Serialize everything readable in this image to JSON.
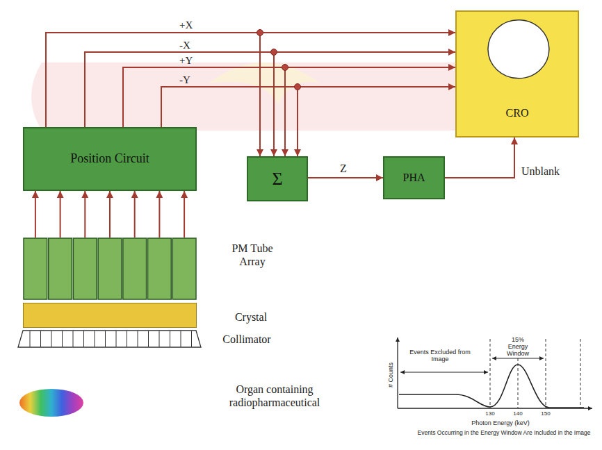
{
  "diagram": {
    "nodes": [
      {
        "text": [
          "Position Circuit"
        ]
      },
      {
        "text": [
          "Σ"
        ]
      },
      {
        "text": [
          "PHA"
        ]
      },
      {
        "text": [
          "CRO"
        ]
      },
      {
        "text": [
          "PM Tube Array"
        ]
      },
      {
        "text": [
          "Crystal"
        ]
      },
      {
        "text": [
          "Collimator"
        ]
      },
      {
        "text": [
          "Organ containing radiopharmaceutical"
        ]
      }
    ],
    "edges": [
      {
        "from": 0,
        "to": 3,
        "arrow": "to",
        "label": "+X"
      },
      {
        "from": 0,
        "to": 3,
        "arrow": "to",
        "label": "-X"
      },
      {
        "from": 0,
        "to": 3,
        "arrow": "to",
        "label": "+Y"
      },
      {
        "from": 0,
        "to": 3,
        "arrow": "to",
        "label": "-Y"
      },
      {
        "from": 0,
        "to": 1,
        "arrow": "to"
      },
      {
        "from": 0,
        "to": 1,
        "arrow": "to"
      },
      {
        "from": 0,
        "to": 1,
        "arrow": "to"
      },
      {
        "from": 0,
        "to": 1,
        "arrow": "to"
      },
      {
        "from": 1,
        "to": 2,
        "arrow": "to",
        "label": "Z"
      },
      {
        "from": 2,
        "to": 3,
        "arrow": "to",
        "label": "Unblank"
      },
      {
        "from": 4,
        "to": 0,
        "arrow": "to"
      },
      {
        "from": 4,
        "to": 0,
        "arrow": "to"
      },
      {
        "from": 4,
        "to": 0,
        "arrow": "to"
      },
      {
        "from": 4,
        "to": 0,
        "arrow": "to"
      },
      {
        "from": 4,
        "to": 0,
        "arrow": "to"
      },
      {
        "from": 4,
        "to": 0,
        "arrow": "to"
      },
      {
        "from": 4,
        "to": 0,
        "arrow": "to"
      }
    ],
    "labels": [
      "Events Excluded from Image",
      "15% Energy Window",
      "# Counts",
      "130",
      "140",
      "150",
      "Photon Energy (keV)",
      "Events Occurring in the Energy Window Are Included in the Image"
    ]
  }
}
